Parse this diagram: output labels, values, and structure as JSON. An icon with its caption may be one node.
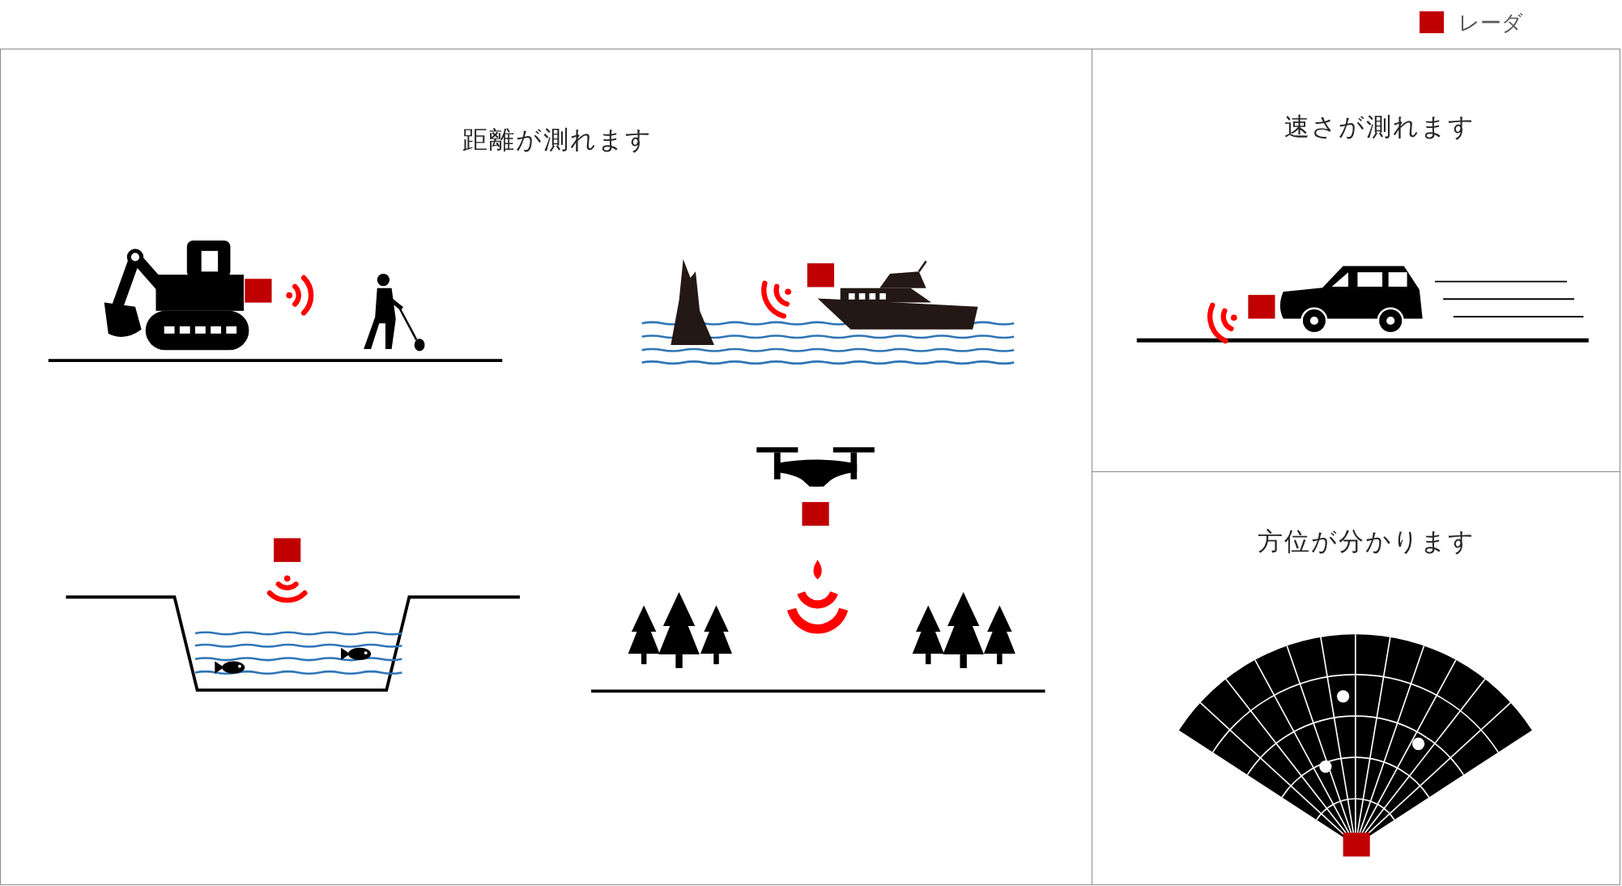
{
  "diagram": {
    "nodes": [
      {
        "text": [
          "距離が測れます"
        ]
      },
      {
        "text": [
          "速さが測れます"
        ]
      },
      {
        "text": [
          "方位が分かります"
        ]
      }
    ],
    "legend": [
      {
        "text": "レーダ",
        "color": "#c00000"
      }
    ]
  }
}
